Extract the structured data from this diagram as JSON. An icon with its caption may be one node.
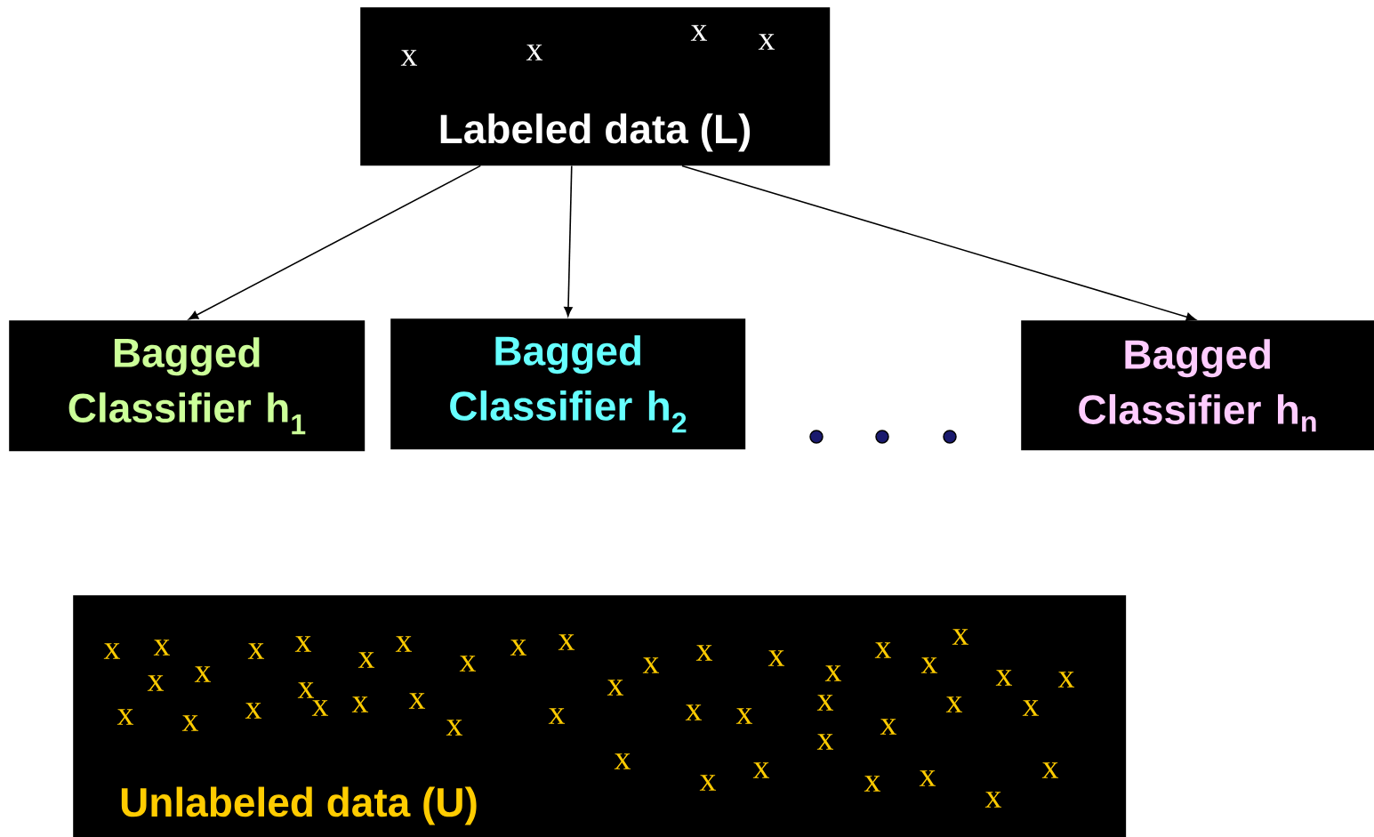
{
  "diagram": {
    "nodes": [
      {
        "text": [
          "x",
          "x",
          "x",
          "x",
          "Labeled data (L)"
        ]
      },
      {
        "text": [
          "Bagged Classifier h$_{1}$"
        ]
      },
      {
        "text": [
          "Bagged Classifier h$_{2}$"
        ]
      },
      {
        "text": [
          "Bagged Classifier h$_{n}$"
        ]
      },
      {
        "text": [
          "x",
          "x",
          "x",
          "x",
          "x",
          "x",
          "x",
          "x",
          "x",
          "x",
          "x",
          "x",
          "x",
          "x",
          "x",
          "x",
          "x",
          "x",
          "x",
          "x",
          "x",
          "x",
          "x",
          "x",
          "x",
          "x",
          "x",
          "x",
          "x",
          "x",
          "x",
          "x",
          "x",
          "x",
          "x",
          "x",
          "x",
          "x",
          "x",
          "x",
          "x",
          "x",
          "x",
          "x",
          "Unlabeled data (U)"
        ]
      }
    ],
    "edges": [
      {
        "from": 0,
        "to": 1,
        "arrow": "to"
      },
      {
        "from": 0,
        "to": 2,
        "arrow": "to"
      },
      {
        "from": 0,
        "to": 3,
        "arrow": "to"
      }
    ]
  }
}
